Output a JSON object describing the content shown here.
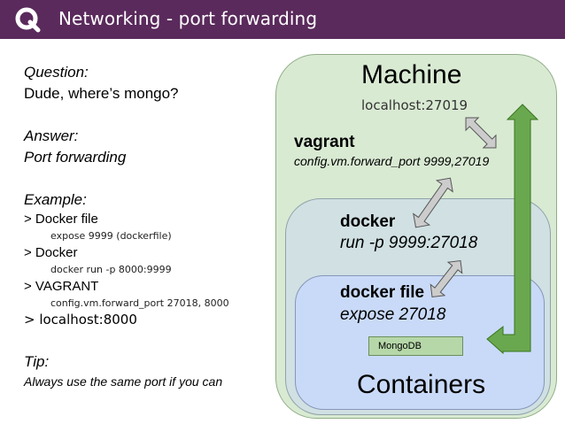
{
  "header": {
    "title": "Networking - port forwarding",
    "logo_icon": "q-logo-icon",
    "background_color": "#5a2a5c"
  },
  "left": {
    "question_label": "Question:",
    "question_text": "Dude, where’s mongo?",
    "answer_label": "Answer:",
    "answer_text": "Port forwarding",
    "example_label": "Example:",
    "examples": [
      {
        "title": "> Docker file",
        "detail": "expose 9999 (dockerfile)"
      },
      {
        "title": "> Docker",
        "detail": "docker run -p 8000:9999"
      },
      {
        "title": "> VAGRANT",
        "detail": "config.vm.forward_port 27018, 8000"
      }
    ],
    "final_line": "> localhost:8000",
    "tip_label": "Tip:",
    "tip_text": "Always use the same port if you can"
  },
  "diagram": {
    "machine_title": "Machine",
    "machine_address": "localhost:27019",
    "vagrant_title": "vagrant",
    "vagrant_command": "config.vm.forward_port 9999,27019",
    "docker_title": "docker",
    "docker_command": "run -p 9999:27018",
    "dockerfile_title": "docker file",
    "dockerfile_command": "expose 27018",
    "mongodb_label": "MongoDB",
    "containers_title": "Containers",
    "colors": {
      "machine_fill": "#d9ead3",
      "docker_fill": "#d0e0e3",
      "containers_fill": "#c9daf8",
      "mongodb_fill": "#b6d7a8",
      "flow_arrow": "#6aa84f",
      "double_arrow": "#cccccc"
    }
  }
}
